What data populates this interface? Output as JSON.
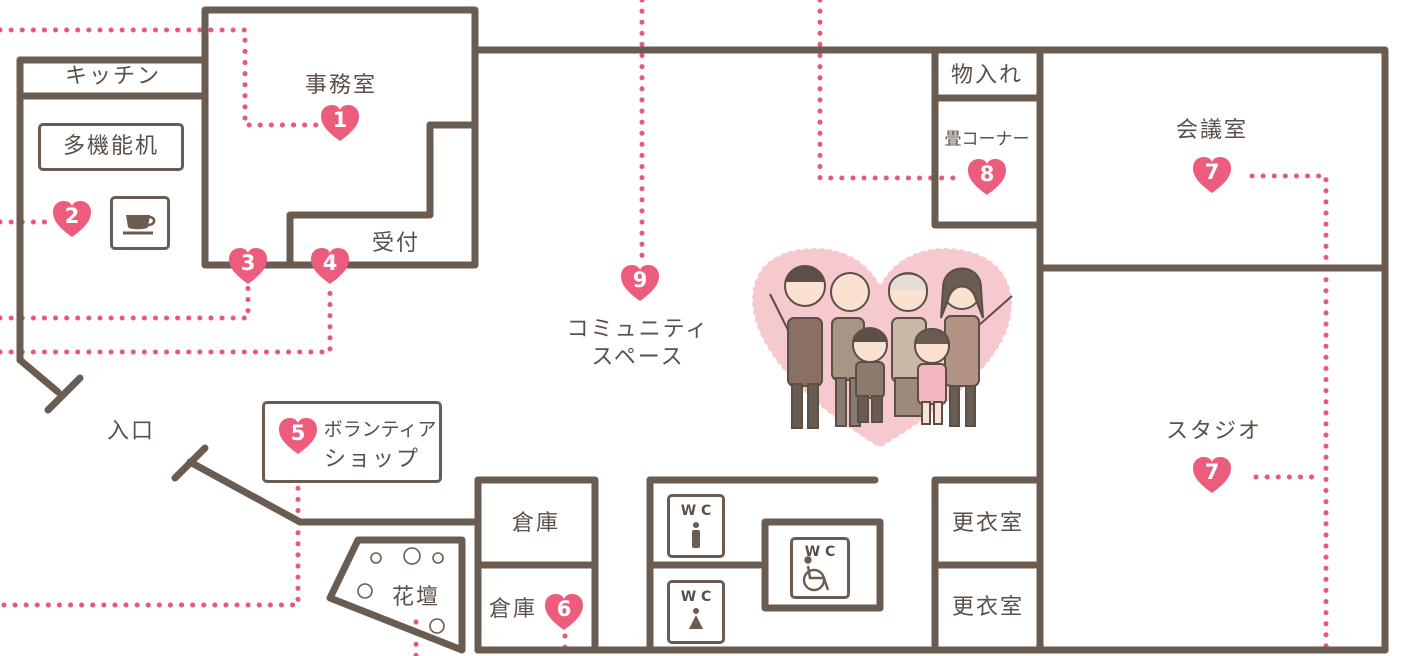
{
  "colors": {
    "wall": "#6b5c52",
    "route": "#e55a78",
    "pin": "#ec5d7d",
    "heart": "#f6c9cf"
  },
  "rooms": {
    "kitchen": "キッチン",
    "multi_desk": "多機能机",
    "office": "事務室",
    "reception": "受付",
    "storage_closet": "物入れ",
    "tatami": "畳コーナー",
    "meeting": "会議室",
    "community_line1": "コミュニティ",
    "community_line2": "スペース",
    "entrance": "入口",
    "volunteer_line1": "ボランティア",
    "volunteer_line2": "ショップ",
    "storeroom_a": "倉庫",
    "storeroom_b": "倉庫",
    "flowerbed": "花壇",
    "studio": "スタジオ",
    "changing_a": "更衣室",
    "changing_b": "更衣室"
  },
  "wc": {
    "label": "W C",
    "men": "W C",
    "women": "W C",
    "accessible": "W C"
  },
  "pins": [
    {
      "id": "1",
      "label": "1"
    },
    {
      "id": "2",
      "label": "2"
    },
    {
      "id": "3",
      "label": "3"
    },
    {
      "id": "4",
      "label": "4"
    },
    {
      "id": "5",
      "label": "5"
    },
    {
      "id": "6",
      "label": "6"
    },
    {
      "id": "7a",
      "label": "7"
    },
    {
      "id": "7b",
      "label": "7"
    },
    {
      "id": "8",
      "label": "8"
    },
    {
      "id": "9",
      "label": "9"
    }
  ],
  "icons": {
    "cafe": "coffee-cup-icon",
    "family": "family-illustration",
    "flowers": "flower-icon"
  }
}
